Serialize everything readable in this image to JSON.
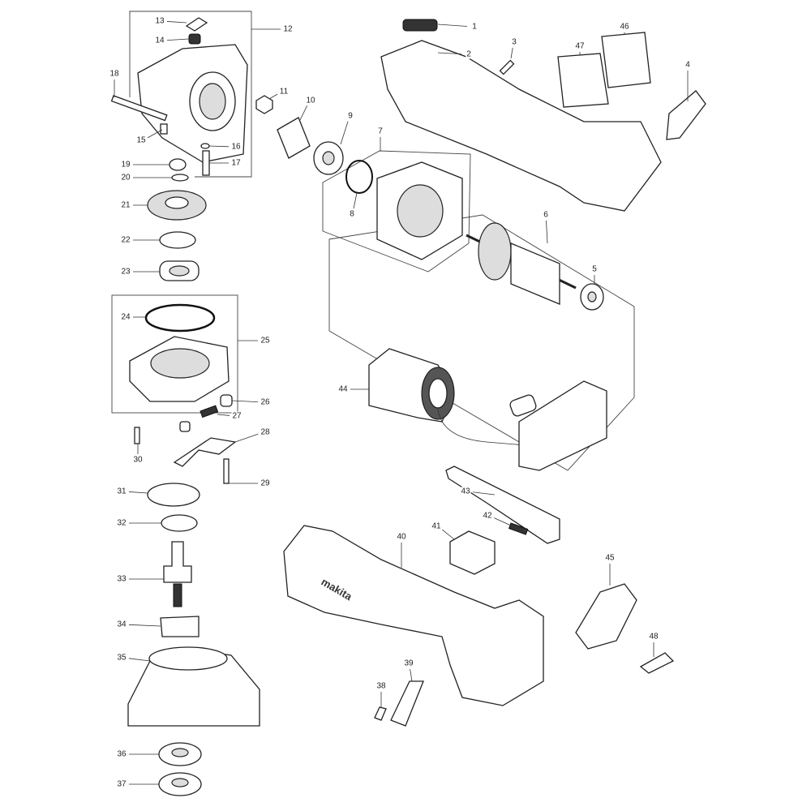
{
  "diagram": {
    "type": "exploded-parts-diagram",
    "part_labels": [
      "1",
      "2",
      "3",
      "4",
      "5",
      "6",
      "7",
      "8",
      "9",
      "10",
      "11",
      "12",
      "13",
      "14",
      "15",
      "16",
      "17",
      "18",
      "19",
      "20",
      "21",
      "22",
      "23",
      "24",
      "25",
      "26",
      "27",
      "28",
      "29",
      "30",
      "31",
      "32",
      "33",
      "34",
      "35",
      "36",
      "37",
      "38",
      "39",
      "40",
      "41",
      "42",
      "43",
      "44",
      "45",
      "46",
      "47",
      "48"
    ],
    "logo_text": "makita"
  }
}
